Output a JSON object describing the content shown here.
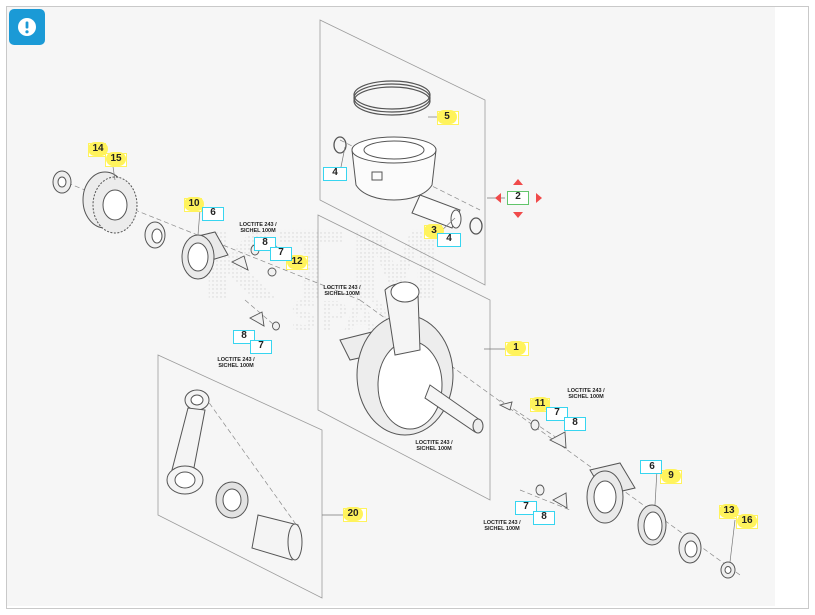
{
  "toolbar": {
    "info_icon": "info-icon"
  },
  "colors": {
    "yellow_label": "#fff35c",
    "cyan_label": "#37d5f0",
    "green_label": "#62c56b",
    "hotspot_arrows": "#f04a4a",
    "info_button": "#1b9ad6"
  },
  "parts": {
    "p1": "1",
    "p2": "2",
    "p3": "3",
    "p4a": "4",
    "p4b": "4",
    "p5": "5",
    "p6a": "6",
    "p6b": "6",
    "p7a": "7",
    "p7b": "7",
    "p7c": "7",
    "p7d": "7",
    "p8a": "8",
    "p8b": "8",
    "p8c": "8",
    "p8d": "8",
    "p9": "9",
    "p10": "10",
    "p11": "11",
    "p12": "12",
    "p13": "13",
    "p14": "14",
    "p15": "15",
    "p16": "16",
    "p20": "20"
  },
  "loctite": {
    "a1": "LOCTITE 243 /",
    "a2": "SICHEL 100M",
    "b1": "LOCTITE 243 /",
    "b2": "SICHEL 100M",
    "c1": "LOCTITE 243 /",
    "c2": "SICHEL 100M",
    "d1": "LOCTITE 243 /",
    "d2": "SICHEL 100M",
    "e1": "LOCTITE 243 /",
    "e2": "SICHEL 100M",
    "f1": "LOCTITE 243 /",
    "f2": "SICHEL 100M"
  }
}
